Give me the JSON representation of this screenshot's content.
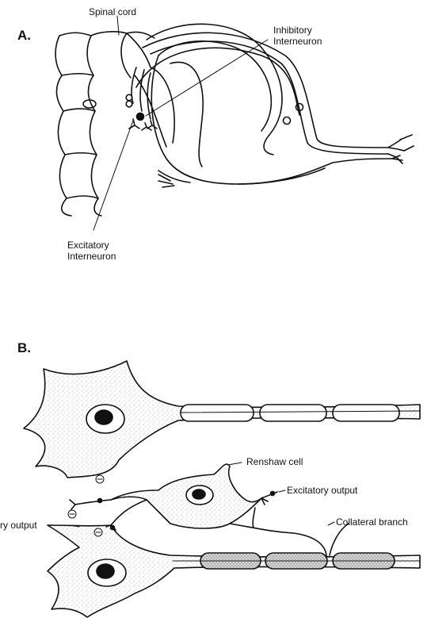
{
  "panel_a": {
    "label": "A.",
    "spinal_cord": "Spinal cord",
    "inhibitory_line1": "Inhibitory",
    "inhibitory_line2": "Interneuron",
    "excitatory_line1": "Excitatory",
    "excitatory_line2": "Interneuron"
  },
  "panel_b": {
    "label": "B.",
    "renshaw_cell": "Renshaw cell",
    "excitatory_output": "Excitatory output",
    "collateral_branch": "Collateral branch",
    "inhibitory_output": "ry output",
    "minus_symbol": "⊖"
  }
}
